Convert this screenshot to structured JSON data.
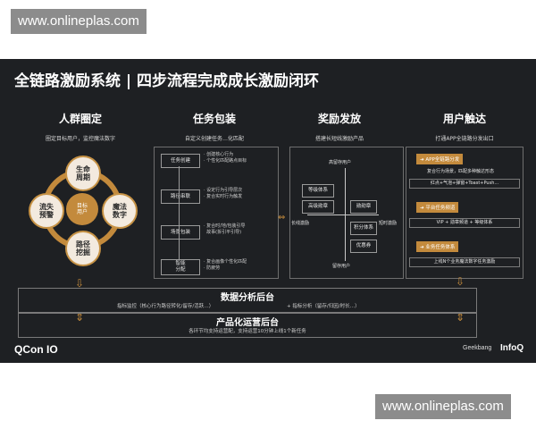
{
  "watermark_top": "www.onlineplas.com",
  "watermark_bottom": "www.onlineplas.com",
  "slide": {
    "title": "全链路激励系统 | 四步流程完成成长激励闭环",
    "columns": [
      {
        "head": "人群圈定",
        "sub": "圈定目标用户，监控魔法数字"
      },
      {
        "head": "任务包装",
        "sub": "自定义创建任务…化匹配"
      },
      {
        "head": "奖励发放",
        "sub": "搭建长短线激励产品"
      },
      {
        "head": "用户触达",
        "sub": "打通APP全链路分发出口"
      }
    ],
    "crowd": {
      "hub": "目标\n用户",
      "nodes": [
        "生命\n周期",
        "魔法\n数字",
        "路径\n挖掘",
        "流失\n预警"
      ]
    },
    "task": {
      "steps": [
        "任务创建",
        "路径串联",
        "场景包装",
        "智能\n分配"
      ],
      "notes": [
        "· 创建核心行为\n· 个性化匹配路点目标",
        "· 设定行为引导层次\n· 复合实时行为触发",
        "· 复合时/地/包装引导\n  故事(拆引平引导)",
        "· 复合画像个性化匹配\n· 防疲劳"
      ]
    },
    "reward": {
      "top": "高留存用户",
      "bottom": "留存用户",
      "left": "长线激励",
      "right": "短时激励",
      "items": [
        "等级体系",
        "高级勋章",
        "勋勋章",
        "积分体系",
        "优惠券"
      ]
    },
    "reach": {
      "sections": [
        {
          "chip": "APP全链路分发",
          "desc": "复合行为场景，匹配多种触达形态",
          "strip": "红点+气泡+弹窗+Toast+Push..."
        },
        {
          "chip": "平台任务频道",
          "desc": "",
          "strip": "VIP + 勋章频道 + 等级体系"
        },
        {
          "chip": "业务任务体系",
          "desc": "",
          "strip": "上线N个业务魔法数字任务激励"
        }
      ]
    },
    "analytics": {
      "title": "数据分析后台",
      "text_left": "指标监控（核心行为路径转化/留存/活跃…）",
      "text_right": "+ 指标分析（留存/归因/时长…）"
    },
    "ops": {
      "title": "产品化运营后台",
      "text": "各环节均支持运营配，支持运营10分钟上线1个新任务"
    },
    "footer": {
      "brand": "QCon",
      "edition": "IO",
      "partner1": "Geekbang",
      "partner2": "InfoQ"
    }
  }
}
